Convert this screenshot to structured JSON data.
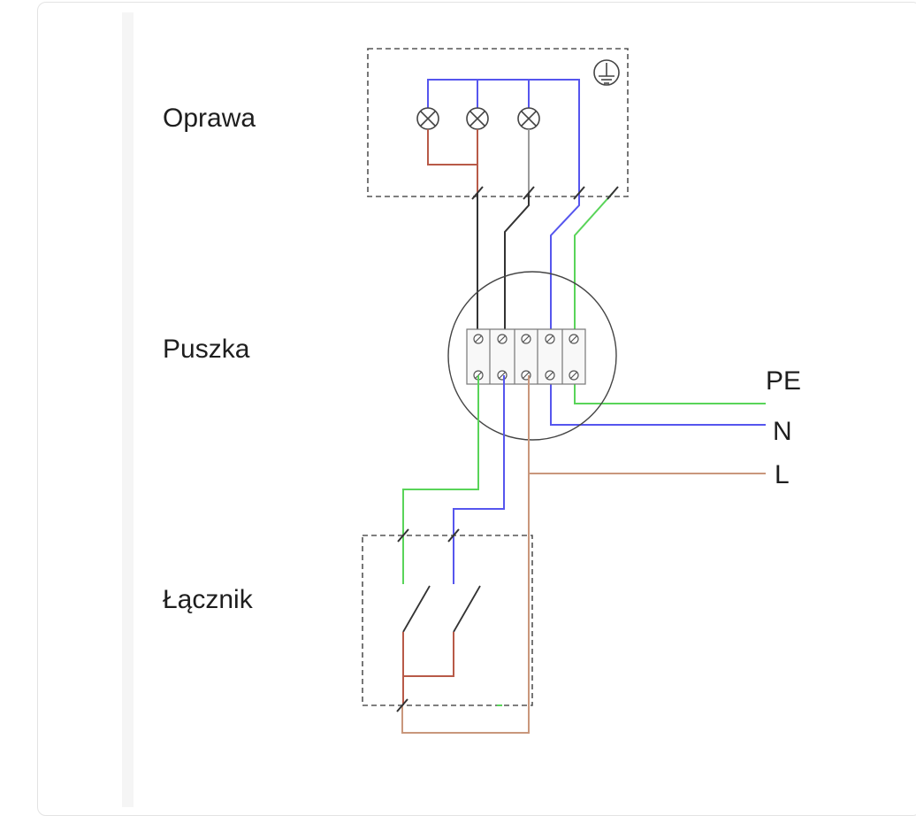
{
  "labels": {
    "fixture": "Oprawa",
    "junction_box": "Puszka",
    "switch": "Łącznik"
  },
  "conductors": {
    "pe": "PE",
    "n": "N",
    "l": "L"
  },
  "colors": {
    "neutral_blue": "#5656ee",
    "pe_green": "#59d459",
    "phase_brown": "#c9977c",
    "lamp_red": "#b85a48",
    "black_wire": "#333333",
    "grey_wire": "#9a9a9a",
    "outline": "#555555"
  }
}
